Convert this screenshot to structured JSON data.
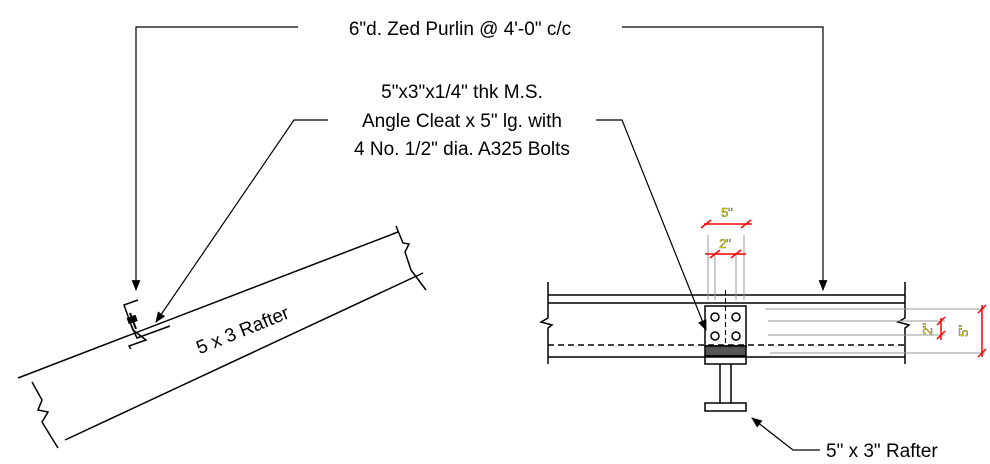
{
  "labels": {
    "purlin": "6\"d. Zed Purlin @ 4'-0\" c/c",
    "cleat_line1": "5\"x3\"x1/4\" thk M.S.",
    "cleat_line2": "Angle Cleat x 5\" lg. with",
    "cleat_line3": "4 No. 1/2\" dia. A325 Bolts",
    "rafter_left": "5 x 3 Rafter",
    "rafter_right": "5\" x 3\" Rafter"
  },
  "dimensions": {
    "top_outer": "5\"",
    "top_inner": "2\"",
    "side_inner": "2\"",
    "side_outer": "5\""
  },
  "colors": {
    "line": "#000000",
    "dim_line": "#ff0000",
    "dim_text": "#ffff00",
    "guide": "#999999"
  }
}
